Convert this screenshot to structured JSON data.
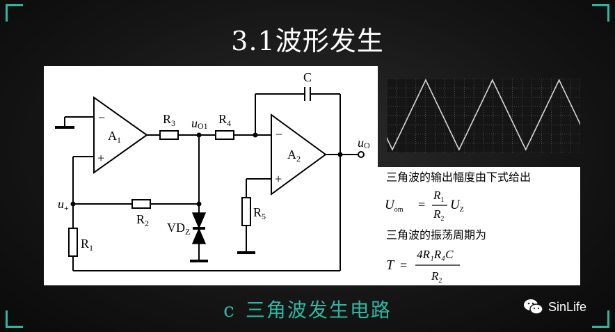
{
  "slide": {
    "title": "3.1波形发生",
    "caption_letter": "c",
    "caption_text": "三角波发生电路",
    "brand": "SinLife",
    "accent_color": "#2fb7a2"
  },
  "circuit": {
    "capacitor": "C",
    "opamp1": {
      "main": "A",
      "sub": "1"
    },
    "opamp2": {
      "main": "A",
      "sub": "2"
    },
    "r3": {
      "main": "R",
      "sub": "3"
    },
    "r4": {
      "main": "R",
      "sub": "4"
    },
    "r2": {
      "main": "R",
      "sub": "2"
    },
    "r1": {
      "main": "R",
      "sub": "1"
    },
    "r5": {
      "main": "R",
      "sub": "5"
    },
    "vdz": {
      "main": "VD",
      "sub": "Z"
    },
    "uo1": {
      "main": "u",
      "sub": "O1"
    },
    "uo": {
      "main": "u",
      "sub": "O"
    },
    "uplus": {
      "main": "u",
      "sub": "+"
    },
    "minus": "−",
    "plus": "+"
  },
  "oscilloscope": {
    "waveform": "triangle",
    "cycles": 3,
    "trace_color": "#d8d8d8",
    "grid_color": "#ffffff"
  },
  "formulas": {
    "amp_text": "三角波的输出幅度由下式给出",
    "amp_lhs": {
      "main": "U",
      "sub": "om"
    },
    "amp_eq": "=",
    "amp_num": {
      "main": "R",
      "sub": "1"
    },
    "amp_den": {
      "main": "R",
      "sub": "2"
    },
    "amp_tail": {
      "main": "U",
      "sub": "Z"
    },
    "period_text": "三角波的振荡周期为",
    "period_lhs": "T",
    "period_eq": "=",
    "period_num": "4R₁R₄C",
    "period_den": {
      "main": "R",
      "sub": "2"
    }
  }
}
